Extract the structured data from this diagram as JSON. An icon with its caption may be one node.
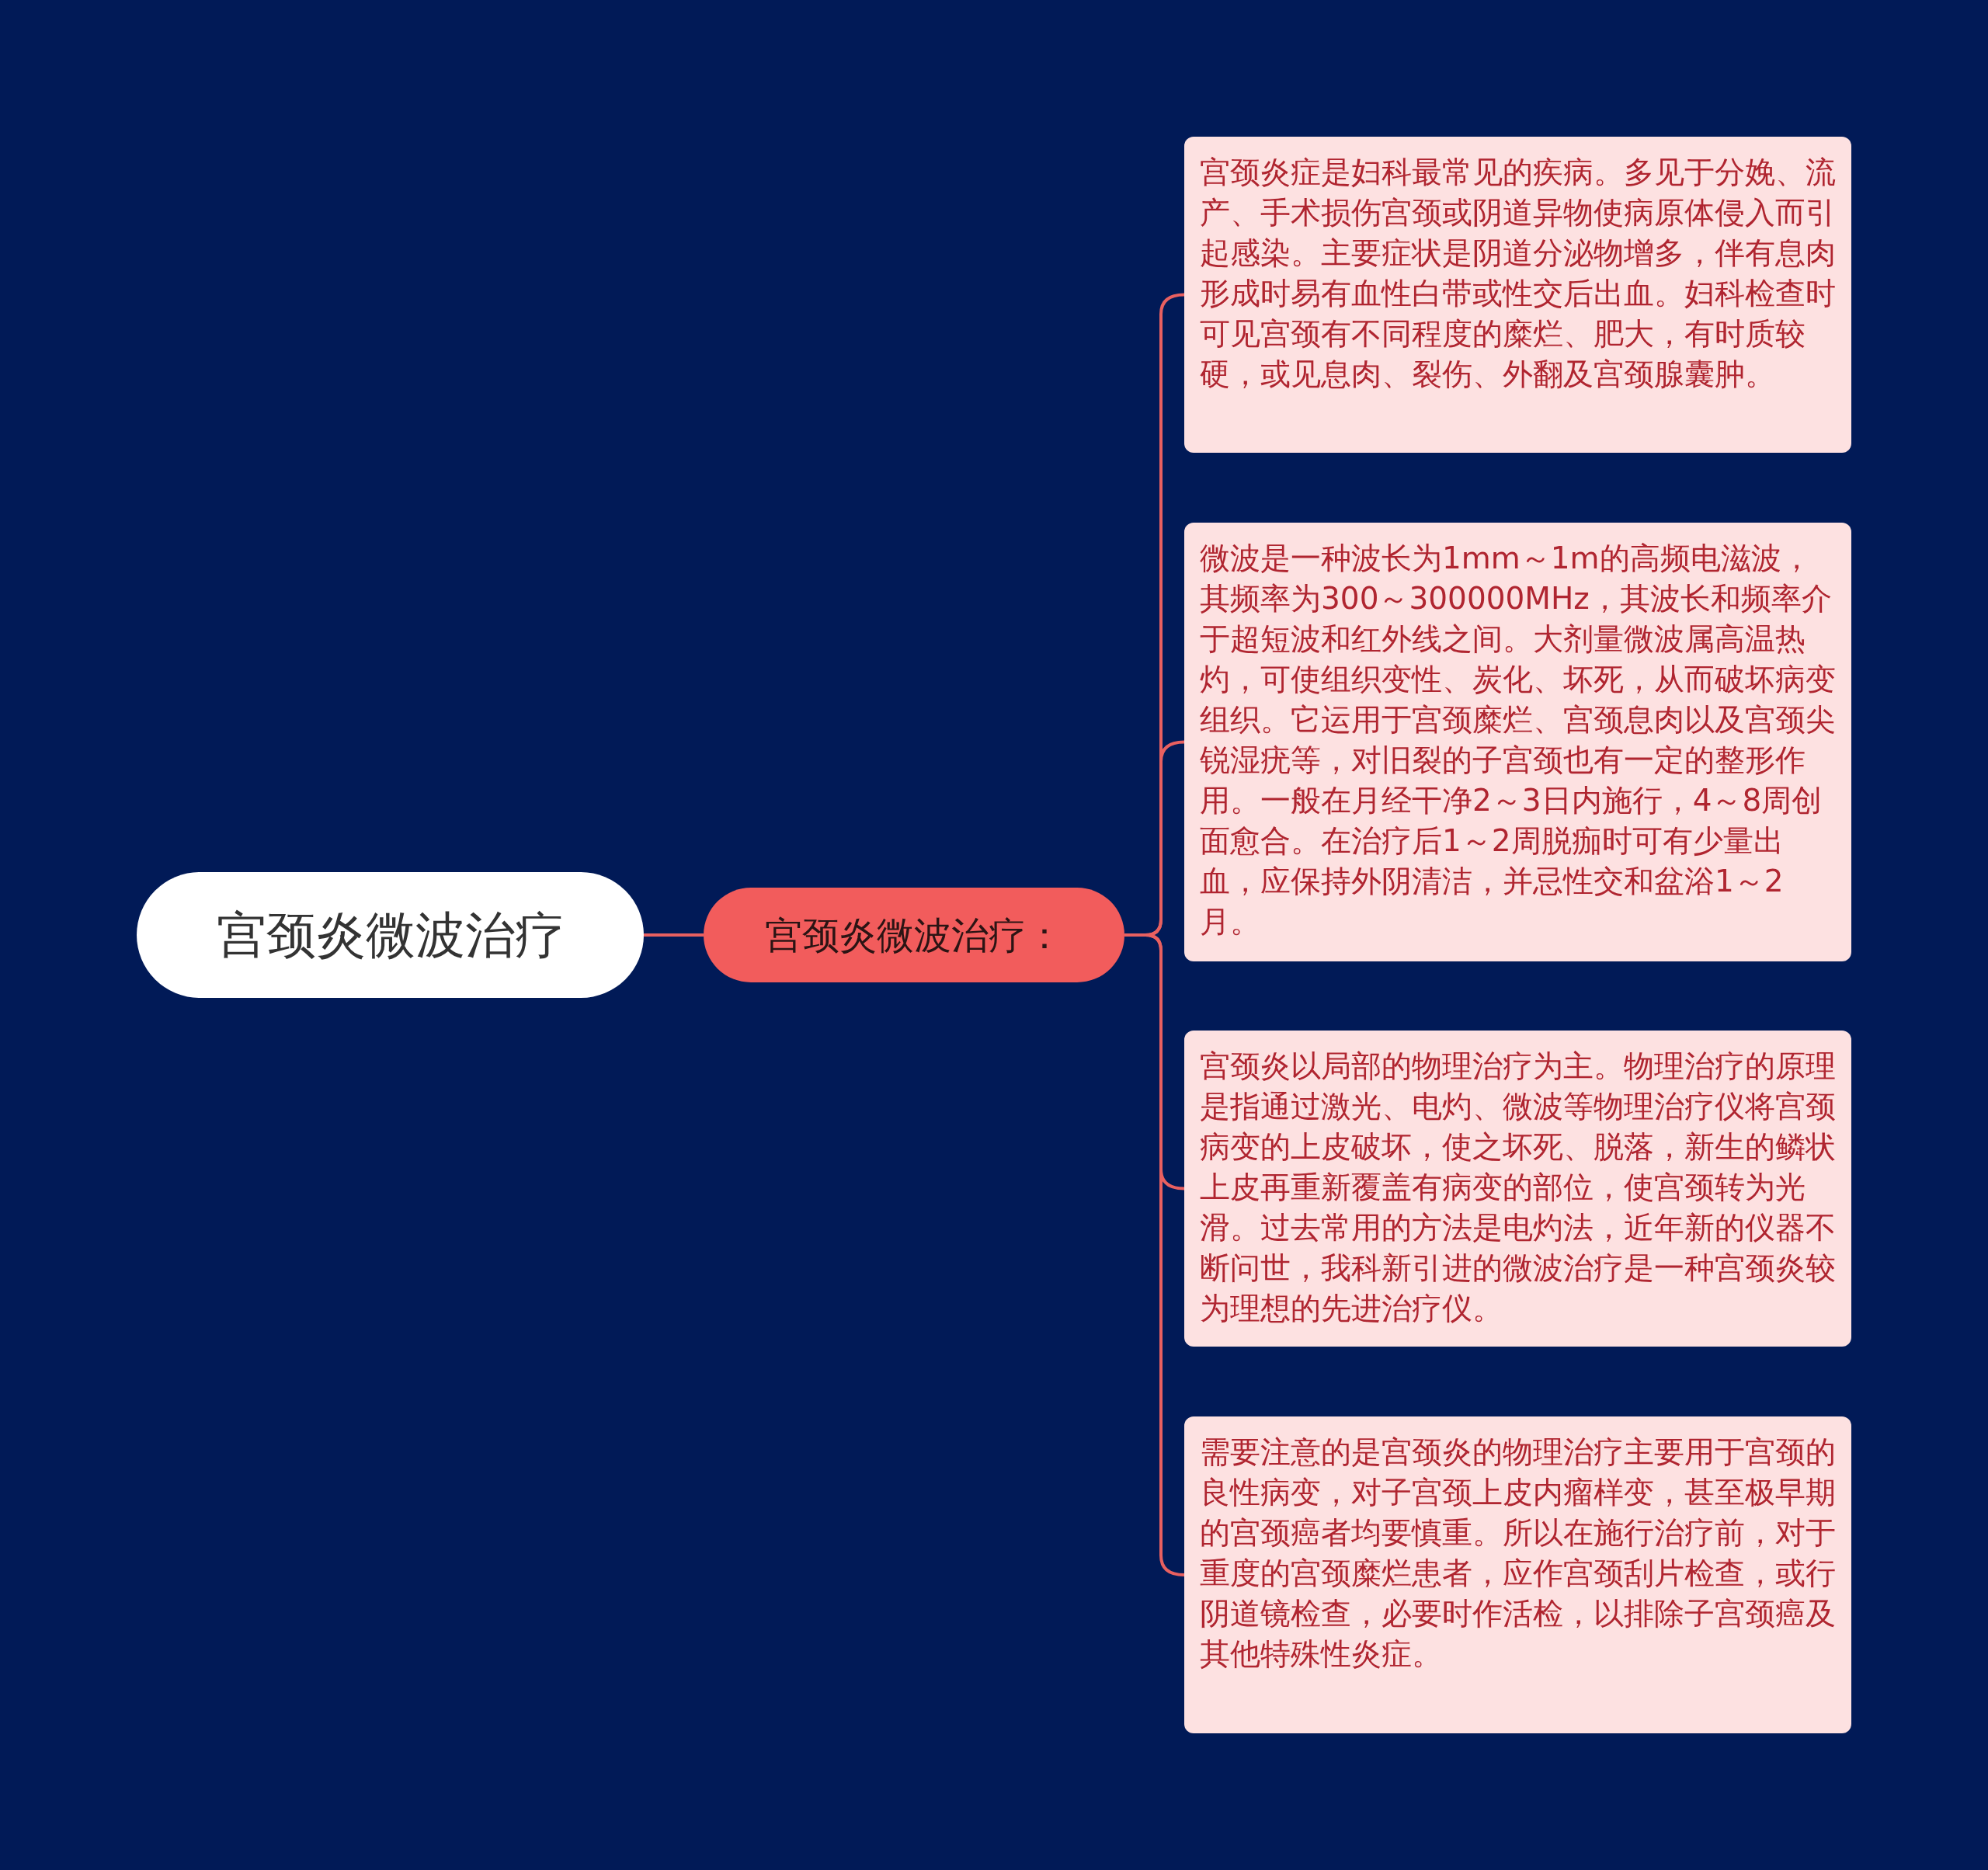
{
  "diagram": {
    "nodes": [
      {
        "text": [
          "宫颈炎微波治疗"
        ]
      },
      {
        "text": [
          "宫颈炎微波治疗："
        ]
      },
      {
        "text": [
          "宫颈炎症是妇科最常见的疾病。多见于分娩、流产、手术损伤宫颈或阴道异物使病原体侵入而引起感染。主要症状是阴道分泌物增多，伴有息肉形成时易有血性白带或性交后出血。妇科检查时可见宫颈有不同程度的糜烂、肥大，有时质较硬，或见息肉、裂伤、外翻及宫颈腺囊肿。"
        ]
      },
      {
        "text": [
          "微波是一种波长为1mm～1m的高频电滋波，其频率为300～300000MHz，其波长和频率介于超短波和红外线之间。大剂量微波属高温热灼，可使组织变性、炭化、坏死，从而破坏病变组织。它运用于宫颈糜烂、宫颈息肉以及宫颈尖锐湿疣等，对旧裂的子宫颈也有一定的整形作用。一般在月经干净2～3日内施行，4～8周创面愈合。在治疗后1～2周脱痂时可有少量出血，应保持外阴清洁，并忌性交和盆浴1～2月。"
        ]
      },
      {
        "text": [
          "宫颈炎以局部的物理治疗为主。物理治疗的原理是指通过激光、电灼、微波等物理治疗仪将宫颈病变的上皮破坏，使之坏死、脱落，新生的鳞状上皮再重新覆盖有病变的部位，使宫颈转为光滑。过去常用的方法是电灼法，近年新的仪器不断问世，我科新引进的微波治疗是一种宫颈炎较为理想的先进治疗仪。"
        ]
      },
      {
        "text": [
          "需要注意的是宫颈炎的物理治疗主要用于宫颈的良性病变，对子宫颈上皮内瘤样变，甚至极早期的宫颈癌者均要慎重。所以在施行治疗前，对于重度的宫颈糜烂患者，应作宫颈刮片检查，或行阴道镜检查，必要时作活检，以排除子宫颈癌及其他特殊性炎症。"
        ]
      }
    ],
    "edges": [
      {
        "from": 0,
        "to": 1,
        "arrow": "none"
      },
      {
        "from": 1,
        "to": 2,
        "arrow": "none"
      },
      {
        "from": 1,
        "to": 3,
        "arrow": "none"
      },
      {
        "from": 1,
        "to": 4,
        "arrow": "none"
      },
      {
        "from": 1,
        "to": 5,
        "arrow": "none"
      }
    ]
  }
}
